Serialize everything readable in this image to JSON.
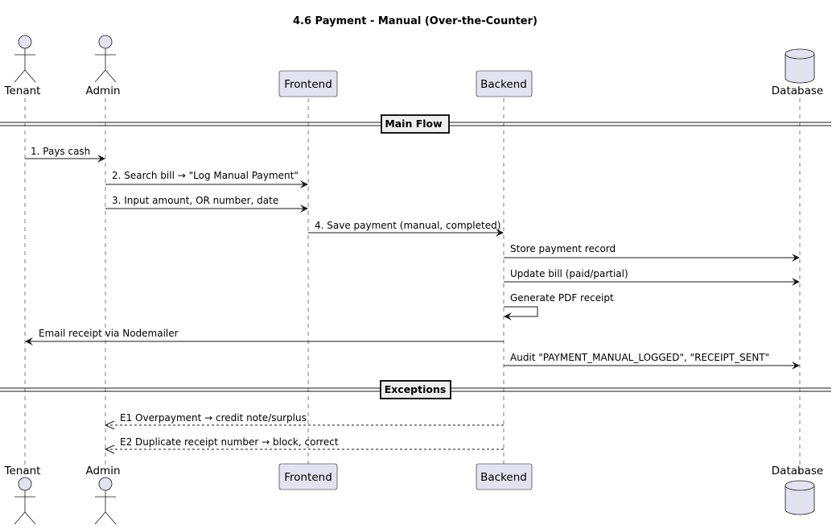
{
  "title": "4.6 Payment - Manual (Over-the-Counter)",
  "colors": {
    "participant_fill": "#e2e2f0",
    "stroke": "#181818",
    "lifeline": "#7f7f7f",
    "divider_box": "#eeeeee"
  },
  "participants": [
    {
      "id": "tenant",
      "label": "Tenant",
      "kind": "actor"
    },
    {
      "id": "admin",
      "label": "Admin",
      "kind": "actor"
    },
    {
      "id": "frontend",
      "label": "Frontend",
      "kind": "participant"
    },
    {
      "id": "backend",
      "label": "Backend",
      "kind": "participant"
    },
    {
      "id": "database",
      "label": "Database",
      "kind": "database"
    }
  ],
  "dividers": [
    {
      "label": "Main Flow"
    },
    {
      "label": "Exceptions"
    }
  ],
  "messages": [
    {
      "from": "tenant",
      "to": "admin",
      "text": "1. Pays cash",
      "style": "solid"
    },
    {
      "from": "admin",
      "to": "frontend",
      "text": "2. Search bill → \"Log Manual Payment\"",
      "style": "solid"
    },
    {
      "from": "admin",
      "to": "frontend",
      "text": "3. Input amount, OR number, date",
      "style": "solid"
    },
    {
      "from": "frontend",
      "to": "backend",
      "text": "4. Save payment (manual, completed)",
      "style": "solid"
    },
    {
      "from": "backend",
      "to": "database",
      "text": "Store payment record",
      "style": "solid"
    },
    {
      "from": "backend",
      "to": "database",
      "text": "Update bill (paid/partial)",
      "style": "solid"
    },
    {
      "from": "backend",
      "to": "backend",
      "text": "Generate PDF receipt",
      "style": "solid"
    },
    {
      "from": "backend",
      "to": "tenant",
      "text": "Email receipt via Nodemailer",
      "style": "solid"
    },
    {
      "from": "backend",
      "to": "database",
      "text": "Audit \"PAYMENT_MANUAL_LOGGED\", \"RECEIPT_SENT\"",
      "style": "solid"
    },
    {
      "from": "backend",
      "to": "admin",
      "text": "E1 Overpayment → credit note/surplus",
      "style": "dashed"
    },
    {
      "from": "backend",
      "to": "admin",
      "text": "E2 Duplicate receipt number → block, correct",
      "style": "dashed"
    }
  ]
}
